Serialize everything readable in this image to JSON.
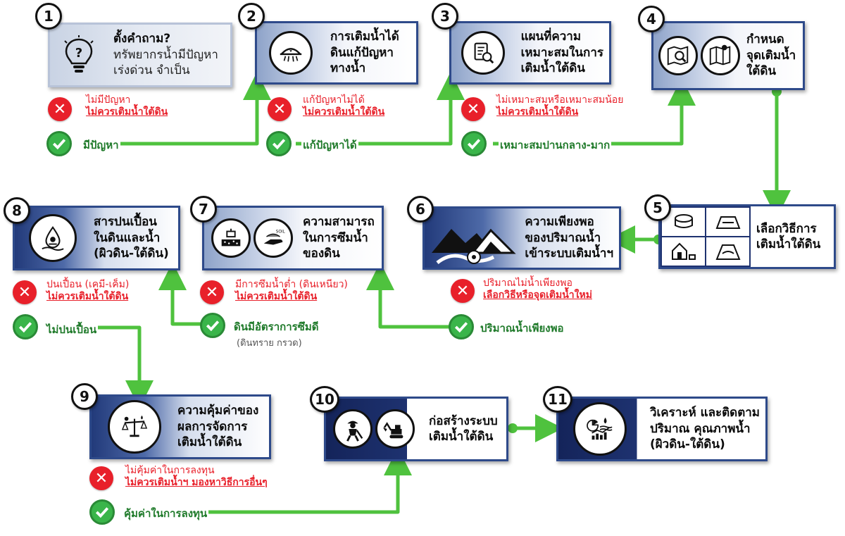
{
  "steps": {
    "s1": {
      "num": "1",
      "title": "ตั้งคำถาม?",
      "lines": [
        "ทรัพยากรน้ำมีปัญหา",
        "เร่งด่วน จำเป็น"
      ]
    },
    "s2": {
      "num": "2",
      "lines": [
        "การเติมน้ำได้",
        "ดินแก้ปัญหา",
        "ทางน้ำ"
      ]
    },
    "s3": {
      "num": "3",
      "lines": [
        "แผนที่ความ",
        "เหมาะสมในการ",
        "เติมน้ำใต้ดิน"
      ]
    },
    "s4": {
      "num": "4",
      "lines": [
        "กำหนด",
        "จุดเติมน้ำ",
        "ใต้ดิน"
      ]
    },
    "s5": {
      "num": "5",
      "lines": [
        "เลือกวิธีการ",
        "เติมน้ำใต้ดิน"
      ]
    },
    "s6": {
      "num": "6",
      "lines": [
        "ความเพียงพอ",
        "ของปริมาณน้ำ",
        "เข้าระบบเติมน้ำฯ"
      ]
    },
    "s7": {
      "num": "7",
      "lines": [
        "ความสามารถ",
        "ในการซึมน้ำ",
        "ของดิน"
      ],
      "soil_tag": "SOIL"
    },
    "s8": {
      "num": "8",
      "lines": [
        "สารปนเปื้อน",
        "ในดินและน้ำ",
        "(ผิวดิน-ใต้ดิน)"
      ]
    },
    "s9": {
      "num": "9",
      "lines": [
        "ความคุ้มค่าของ",
        "ผลการจัดการ",
        "เติมน้ำใต้ดิน"
      ]
    },
    "s10": {
      "num": "10",
      "lines": [
        "ก่อสร้างระบบ",
        "เติมน้ำใต้ดิน"
      ]
    },
    "s11": {
      "num": "11",
      "lines": [
        "วิเคราะห์ และติดตาม",
        "ปริมาณ คุณภาพน้ำ",
        "(ผิวดิน-ใต้ดิน)"
      ]
    }
  },
  "no_outcomes": {
    "n1": {
      "reason": "ไม่มีปัญหา",
      "result": "ไม่ควรเติมน้ำใต้ดิน"
    },
    "n2": {
      "reason": "แก้ปัญหาไม่ได้",
      "result": "ไม่ควรเติมน้ำใต้ดิน"
    },
    "n3": {
      "reason": "ไม่เหมาะสมหรือเหมาะสมน้อย",
      "result": "ไม่ควรเติมน้ำใต้ดิน"
    },
    "n6": {
      "reason": "ปริมาณไม่น้ำเพียงพอ",
      "result": "เลือกวิธีหรือจุดเติมน้ำใหม่"
    },
    "n7": {
      "reason": "มีการซึมน้ำต่ำ (ดินเหนียว)",
      "result": "ไม่ควรเติมน้ำใต้ดิน"
    },
    "n8": {
      "reason": "ปนเปื้อน (เคมี-เค็ม)",
      "result": "ไม่ควรเติมน้ำใต้ดิน"
    },
    "n9": {
      "reason": "ไม่คุ้มค่าในการลงทุน",
      "result": "ไม่ควรเติมน้ำฯ มองหาวิธีการอื่นๆ"
    }
  },
  "yes_outcomes": {
    "y1": "มีปัญหา",
    "y2": "แก้ปัญหาได้",
    "y3": "เหมาะสมปานกลาง-มาก",
    "y6": "ปริมาณน้ำเพียงพอ",
    "y7": "ดินมีอัตราการซึมดี",
    "y7_note": "(ดินทราย กรวด)",
    "y8": "ไม่ปนเปื้อน",
    "y9": "คุ้มค่าในการลงทุน"
  },
  "colors": {
    "arrow": "#4fc23e",
    "no": "#e8202a",
    "yes": "#3ab54a",
    "box_border": "#2e4a8a"
  },
  "icons": [
    "lightbulb-question-icon",
    "water-dome-icon",
    "document-search-icon",
    "map-search-icon",
    "map-icon",
    "recharge-methods-icon",
    "landscape-water-icon",
    "soil-infiltration-icon",
    "contamination-icon",
    "balance-scale-icon",
    "construction-worker-icon",
    "excavator-icon",
    "chart-water-icon"
  ]
}
